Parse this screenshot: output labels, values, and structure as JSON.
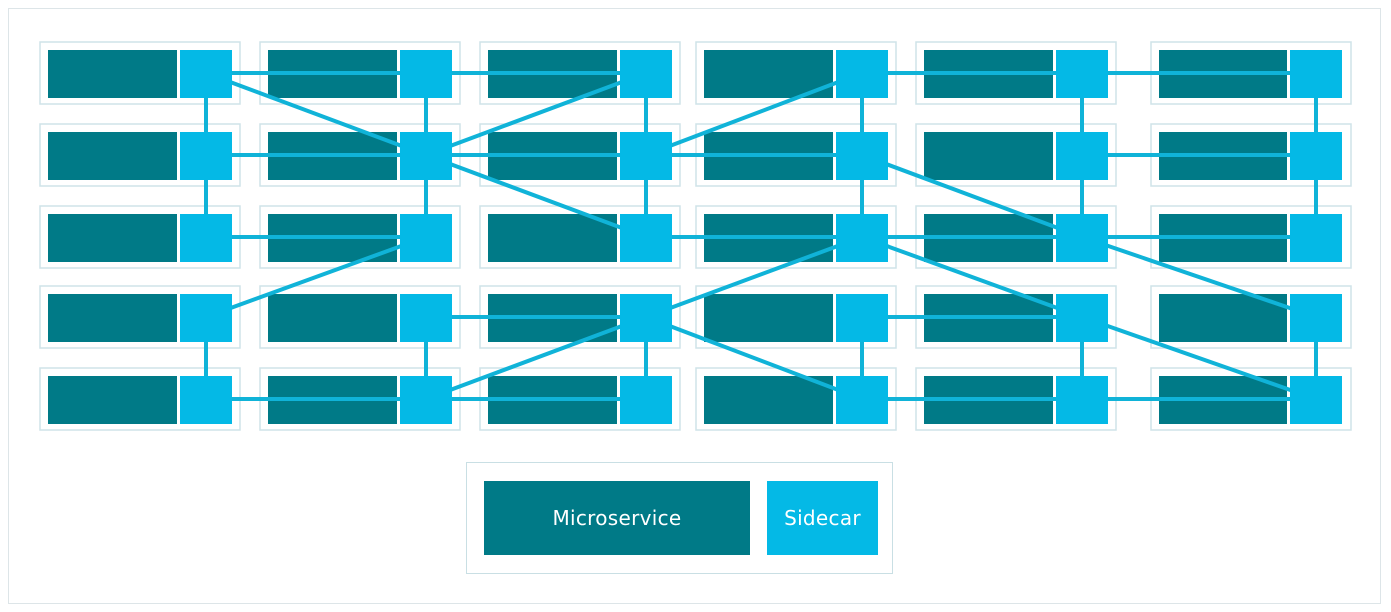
{
  "colors": {
    "microservice": "#007a87",
    "sidecar": "#04b9e6",
    "link": "#10b3d8",
    "pod_border": "#cfe3e8",
    "frame_border": "#dde5e8"
  },
  "mesh": {
    "rows": 5,
    "columns": 6,
    "connections": [
      [
        [
          0,
          0
        ],
        [
          1,
          0
        ]
      ],
      [
        [
          1,
          0
        ],
        [
          2,
          0
        ]
      ],
      [
        [
          3,
          0
        ],
        [
          4,
          0
        ]
      ],
      [
        [
          4,
          0
        ],
        [
          5,
          0
        ]
      ],
      [
        [
          0,
          0
        ],
        [
          0,
          1
        ]
      ],
      [
        [
          0,
          1
        ],
        [
          0,
          2
        ]
      ],
      [
        [
          0,
          3
        ],
        [
          0,
          4
        ]
      ],
      [
        [
          1,
          0
        ],
        [
          1,
          1
        ]
      ],
      [
        [
          1,
          1
        ],
        [
          1,
          2
        ]
      ],
      [
        [
          1,
          3
        ],
        [
          1,
          4
        ]
      ],
      [
        [
          2,
          0
        ],
        [
          2,
          1
        ]
      ],
      [
        [
          2,
          1
        ],
        [
          2,
          2
        ]
      ],
      [
        [
          2,
          3
        ],
        [
          2,
          4
        ]
      ],
      [
        [
          3,
          0
        ],
        [
          3,
          1
        ]
      ],
      [
        [
          3,
          1
        ],
        [
          3,
          2
        ]
      ],
      [
        [
          3,
          3
        ],
        [
          3,
          4
        ]
      ],
      [
        [
          4,
          0
        ],
        [
          4,
          1
        ]
      ],
      [
        [
          4,
          1
        ],
        [
          4,
          2
        ]
      ],
      [
        [
          4,
          3
        ],
        [
          4,
          4
        ]
      ],
      [
        [
          5,
          0
        ],
        [
          5,
          1
        ]
      ],
      [
        [
          5,
          1
        ],
        [
          5,
          2
        ]
      ],
      [
        [
          5,
          3
        ],
        [
          5,
          4
        ]
      ],
      [
        [
          0,
          0
        ],
        [
          1,
          1
        ]
      ],
      [
        [
          1,
          1
        ],
        [
          2,
          0
        ]
      ],
      [
        [
          0,
          1
        ],
        [
          1,
          1
        ]
      ],
      [
        [
          1,
          1
        ],
        [
          2,
          1
        ]
      ],
      [
        [
          1,
          1
        ],
        [
          2,
          2
        ]
      ],
      [
        [
          2,
          1
        ],
        [
          3,
          0
        ]
      ],
      [
        [
          2,
          1
        ],
        [
          3,
          1
        ]
      ],
      [
        [
          3,
          1
        ],
        [
          4,
          2
        ]
      ],
      [
        [
          4,
          1
        ],
        [
          5,
          1
        ]
      ],
      [
        [
          0,
          2
        ],
        [
          1,
          2
        ]
      ],
      [
        [
          1,
          2
        ],
        [
          0,
          3
        ]
      ],
      [
        [
          2,
          2
        ],
        [
          3,
          2
        ]
      ],
      [
        [
          3,
          2
        ],
        [
          4,
          2
        ]
      ],
      [
        [
          4,
          2
        ],
        [
          5,
          2
        ]
      ],
      [
        [
          3,
          2
        ],
        [
          2,
          3
        ]
      ],
      [
        [
          3,
          2
        ],
        [
          4,
          3
        ]
      ],
      [
        [
          4,
          2
        ],
        [
          5,
          3
        ]
      ],
      [
        [
          1,
          3
        ],
        [
          2,
          3
        ]
      ],
      [
        [
          3,
          3
        ],
        [
          4,
          3
        ]
      ],
      [
        [
          2,
          3
        ],
        [
          1,
          4
        ]
      ],
      [
        [
          2,
          3
        ],
        [
          3,
          4
        ]
      ],
      [
        [
          4,
          3
        ],
        [
          5,
          4
        ]
      ],
      [
        [
          0,
          4
        ],
        [
          1,
          4
        ]
      ],
      [
        [
          1,
          4
        ],
        [
          2,
          4
        ]
      ],
      [
        [
          3,
          4
        ],
        [
          4,
          4
        ]
      ],
      [
        [
          4,
          4
        ],
        [
          5,
          4
        ]
      ]
    ]
  },
  "legend": {
    "microservice_label": "Microservice",
    "sidecar_label": "Sidecar"
  }
}
